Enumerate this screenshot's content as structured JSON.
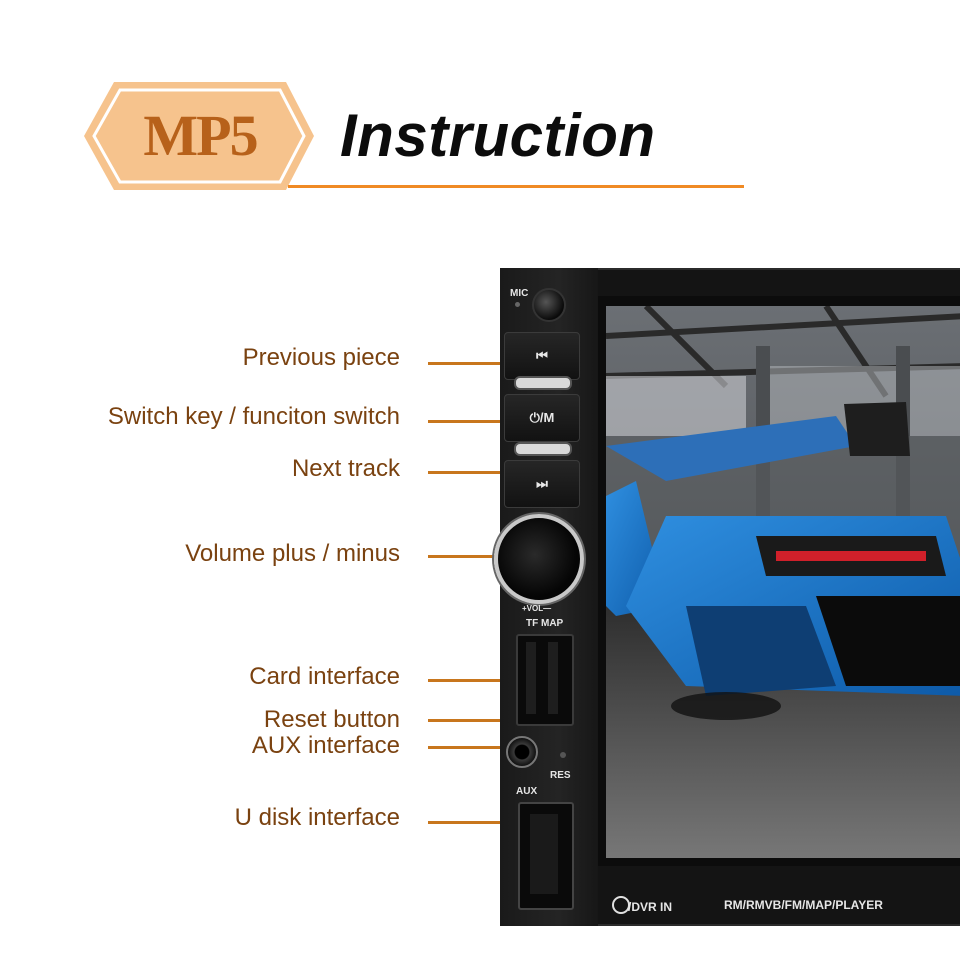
{
  "header": {
    "badge": "MP5",
    "title": "Instruction"
  },
  "labels": {
    "previous": "Previous piece",
    "switch": "Switch key / funciton switch",
    "next": "Next track",
    "volume": "Volume plus / minus",
    "card": "Card interface",
    "reset": "Reset button",
    "aux": "AUX interface",
    "udisk": "U disk interface"
  },
  "device": {
    "mic": "MIC",
    "power_mode": "⏻/M",
    "vol": "+VOL—",
    "tf_map": "TF MAP",
    "res": "RES",
    "aux": "AUX",
    "dvr_in": "/DVR IN",
    "formats": "RM/RMVB/FM/MAP/PLAYER"
  },
  "colors": {
    "accent": "#f08a24",
    "label_text": "#7a4210",
    "badge_fill": "#f6c38d"
  }
}
